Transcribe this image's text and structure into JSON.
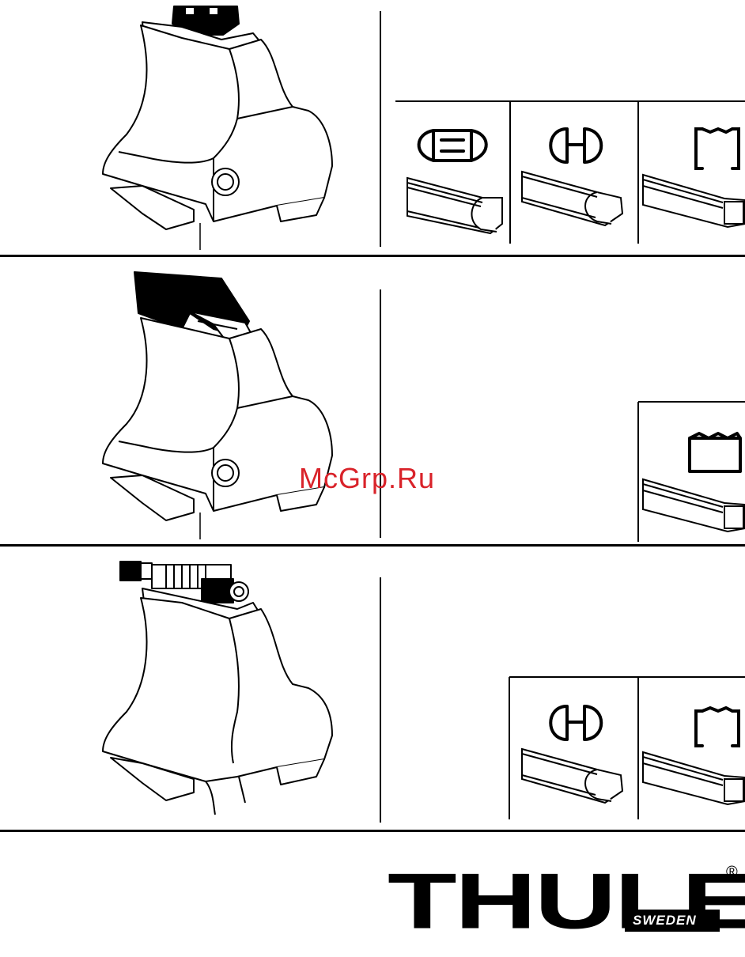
{
  "brand": {
    "wordmark": "THULE",
    "sub": "SWEDEN",
    "registered": "®"
  },
  "watermark": "McGrp.Ru",
  "colors": {
    "line": "#000000",
    "watermark": "#d9232a"
  },
  "sections": [
    {
      "foot": "foot-with-clamp-top",
      "bars": [
        "aero-bar-slotted",
        "aero-bar",
        "square-bar"
      ]
    },
    {
      "foot": "foot-with-adapter-top",
      "bars": [
        "square-bar"
      ]
    },
    {
      "foot": "foot-with-lock-mechanism",
      "bars": [
        "aero-bar",
        "square-bar"
      ]
    }
  ]
}
